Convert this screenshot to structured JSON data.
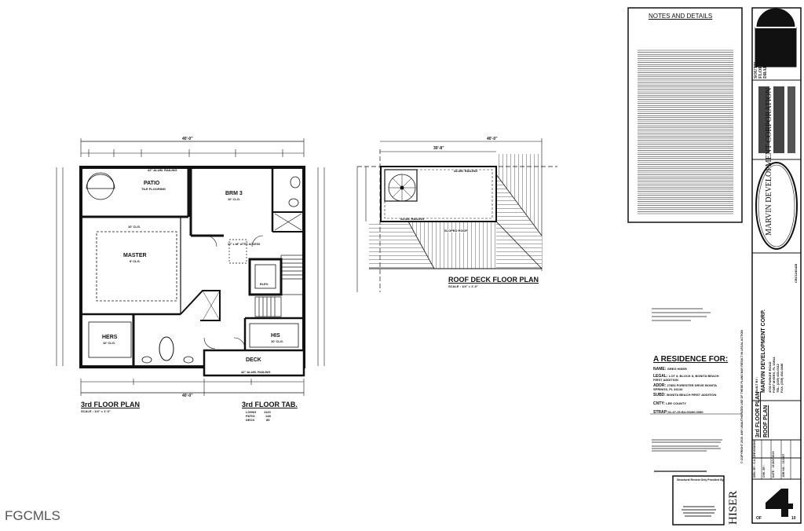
{
  "watermark": "FGCMLS",
  "third_floor_plan": {
    "title": "3rd FLOOR PLAN",
    "scale": "SCALE : 1/4\" = 1'-0\"",
    "overall_dimension": "40'-0\"",
    "rooms": {
      "patio": "PATIO",
      "patio_note": "TILE FLOORING",
      "patio_railing": "42\" ALUM. RAILING",
      "brm3": "BRM 3",
      "brm3_clg": "10' CLG.",
      "master": "MASTER",
      "master_clg": "9' CLG.",
      "master_clg_outer": "10' CLG.",
      "hers": "HERS",
      "hers_clg": "10' CLG.",
      "his": "HIS",
      "his_clg": "10' CLG.",
      "deck": "DECK",
      "deck_railing": "42\" ALUM. RAILING",
      "attic": "22\" x 48\" ATTIC ACCESS",
      "elev": "ELEV."
    }
  },
  "floor_tab": {
    "title": "3rd FLOOR TAB.",
    "rows": [
      {
        "label": "LIVING",
        "value": "1120"
      },
      {
        "label": "PATIO",
        "value": "148"
      },
      {
        "label": "DECK",
        "value": "85"
      }
    ]
  },
  "roof_deck_plan": {
    "title": "ROOF DECK FLOOR PLAN",
    "scale": "SCALE : 1/4\" = 1'-0\"",
    "overall_dimension": "40'-0\"",
    "deck_dimension": "30'-8\"",
    "railing_top": "ALUM. RAILING",
    "railing_bottom": "ALUM. RAILING",
    "sloped_roof": "SLOPED ROOF"
  },
  "notes": {
    "title": "NOTES AND DETAILS"
  },
  "residence": {
    "heading": "A RESIDENCE FOR:",
    "fields": [
      {
        "label": "NAME:",
        "value": "GREG HISER"
      },
      {
        "label": "LEGAL:",
        "value": "LOT 8, BLOCK 8, BONITA BEACH FIRST ADDITION"
      },
      {
        "label": "ADDR:",
        "value": "27853 FORESTER DRIVE BONITA SPRINGS, FL 34134"
      },
      {
        "label": "SUBD:",
        "value": "BONITA BEACH FIRST ADDITION"
      },
      {
        "label": "CNTY:",
        "value": "LEE COUNTY"
      },
      {
        "label": "STRAP:",
        "value": "31-47-25-B4-00280.0080"
      }
    ]
  },
  "title_block": {
    "drafting_logo": "SOUTH FLORIDA DRAFTING",
    "developer_logo": "MARVIN DEVELOPMENT CORPORATION",
    "built_by_label": "BUILT BY :",
    "builder": "MARVIN DEVELOPMENT CORP.",
    "builder_address": "4700 PARKER ROAD",
    "builder_city": "FORT MYERS, FL 33914",
    "builder_tel": "TEL. (239) 433-0112",
    "builder_fax": "FAX. (239) 433-0446",
    "license": "CBC1240428",
    "copyright": "© COPYRIGHT 2015. ANY UNAUTHORIZED USE OF THESE PLANS MAY RESULT IN LEGAL ACTION",
    "sheet_titles": [
      "3rd FLOOR PLAN",
      "ROOF PLAN"
    ],
    "revisions_label": "REVISIONS",
    "info": [
      "DRN. BY : S.A.K.",
      "CHK. BY :",
      "DATE : 19 MAY 2015",
      "JOB NO. : 15-0507"
    ],
    "client_name": "HISER",
    "sheet_number": "4",
    "of_label": "OF",
    "total_sheets": "10",
    "stamp_title": "Structural Review Only Provided By"
  }
}
